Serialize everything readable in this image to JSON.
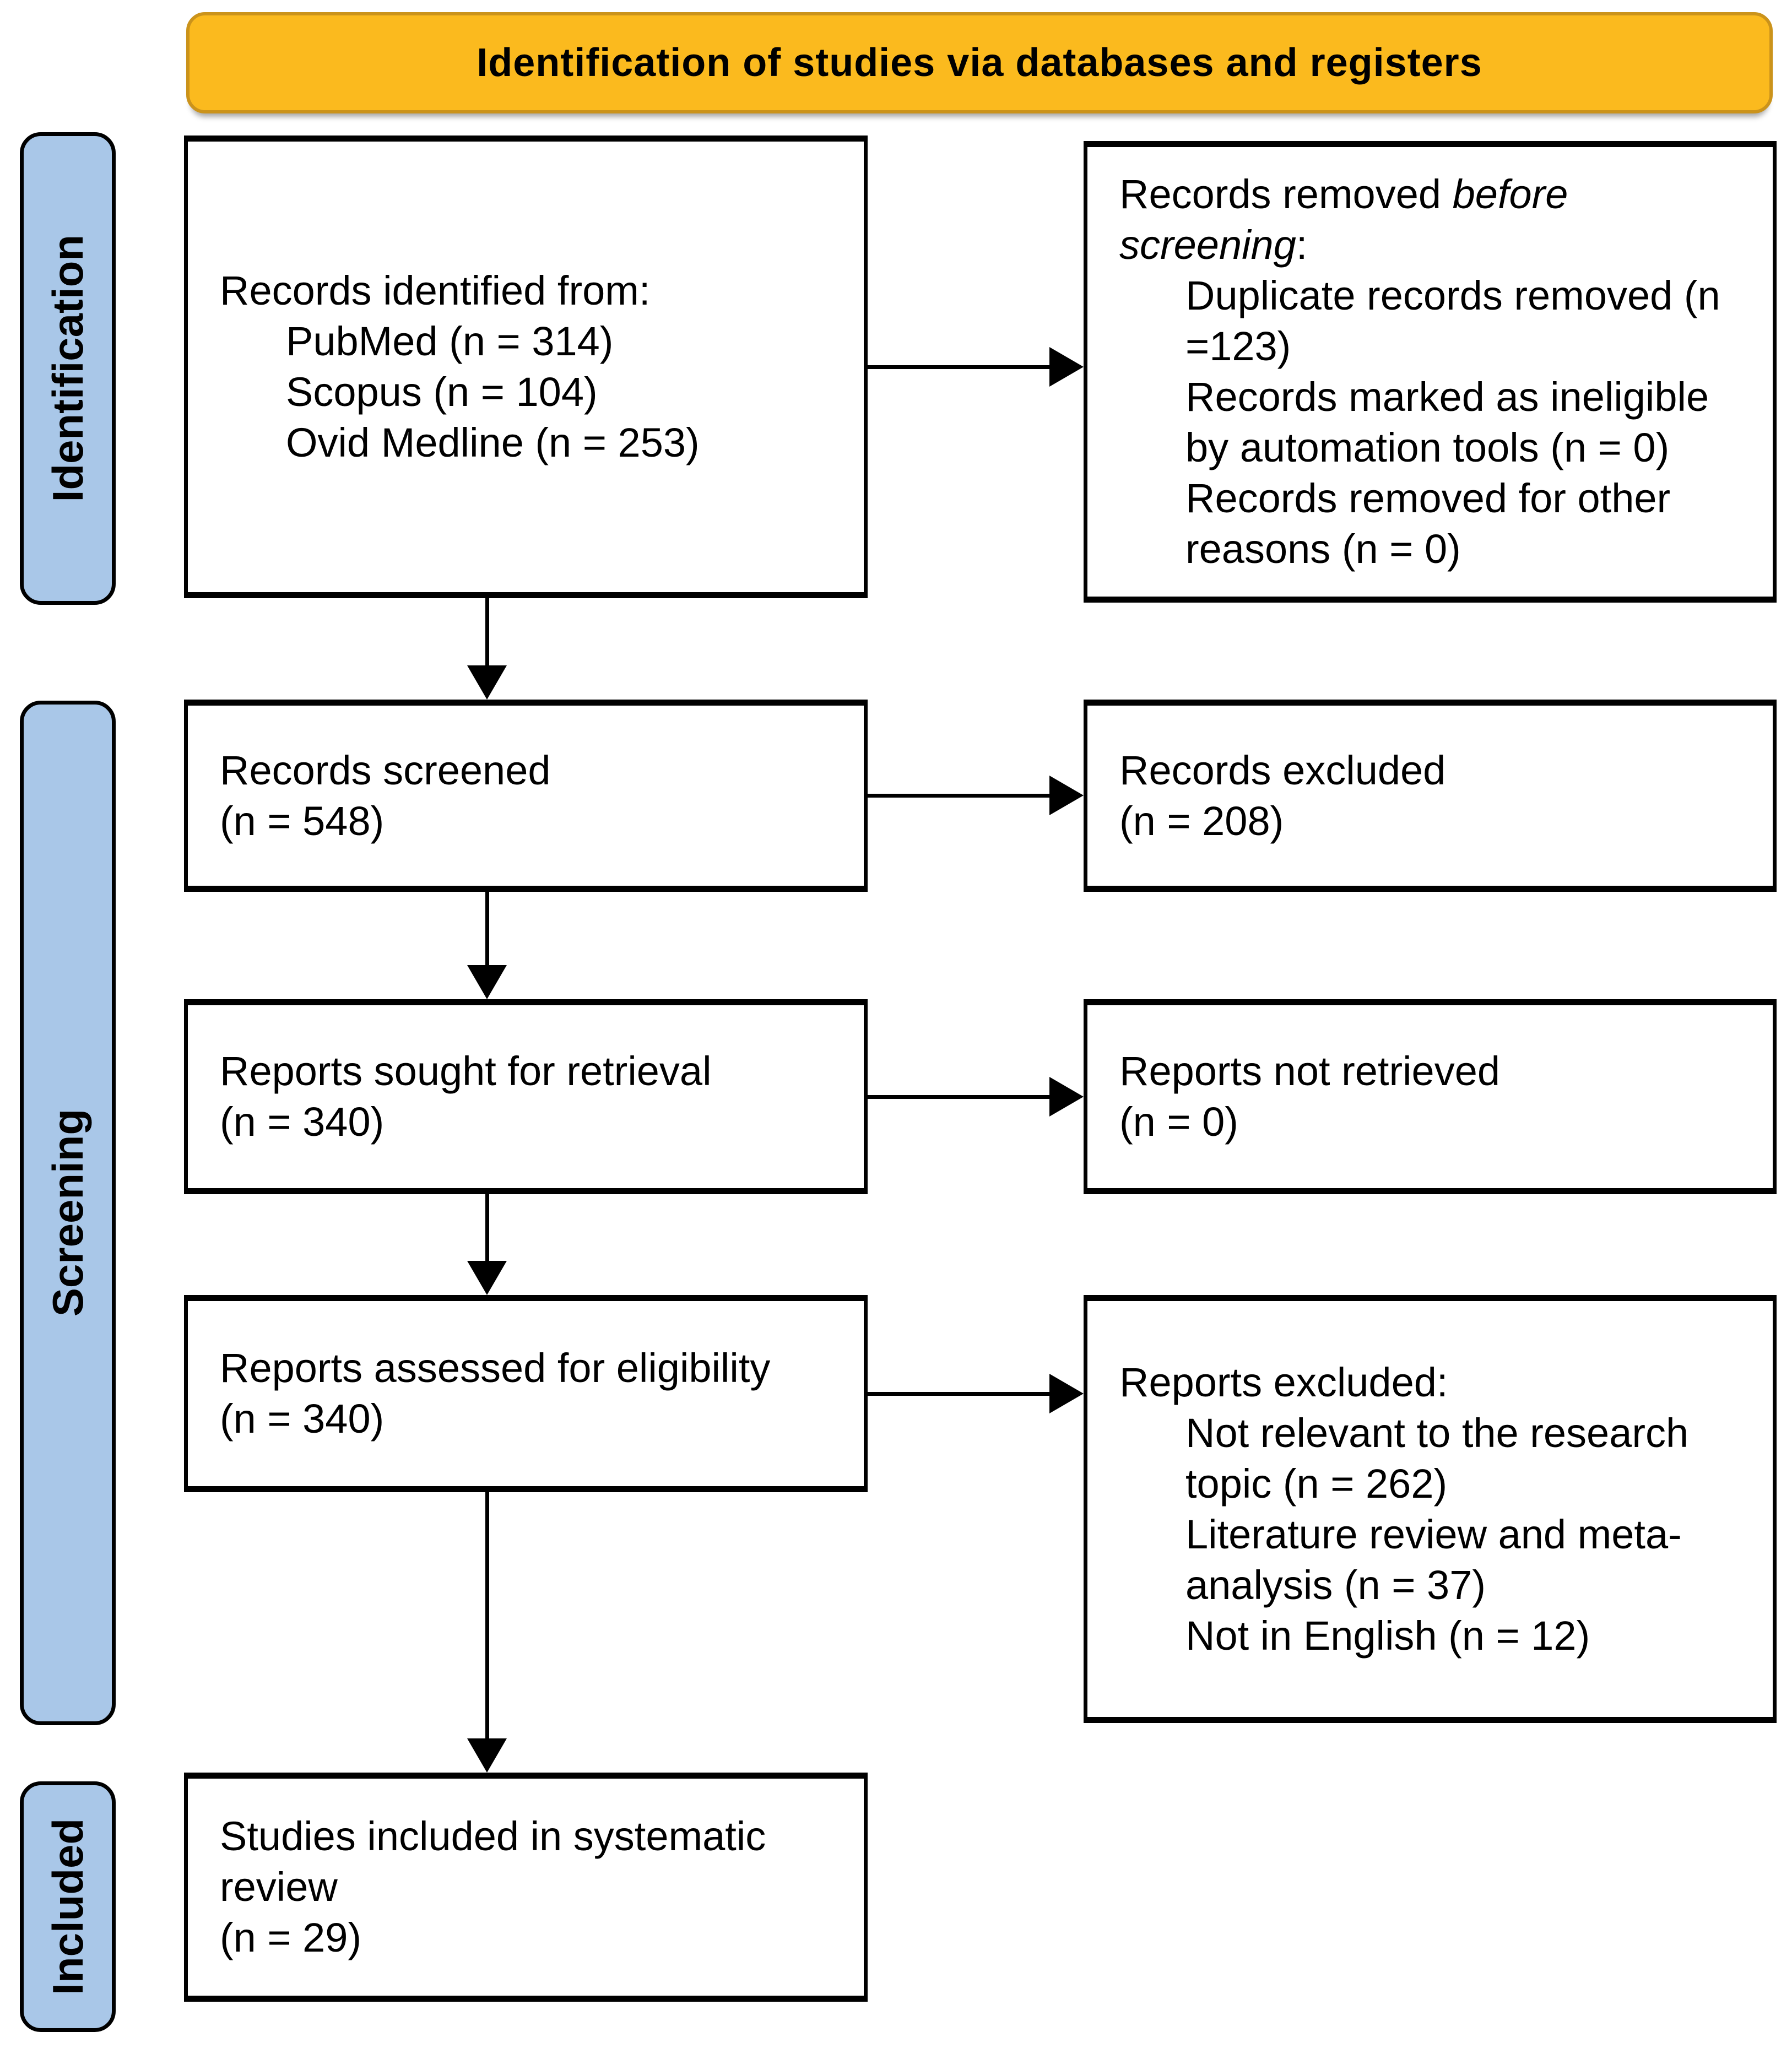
{
  "banner": {
    "label": "Identification of studies via databases and registers"
  },
  "sidebar": {
    "stages": [
      {
        "label": "Identification"
      },
      {
        "label": "Screening"
      },
      {
        "label": "Included"
      }
    ]
  },
  "colors": {
    "banner_bg": "#fbba1e",
    "banner_border": "#cb931b",
    "stage_bg": "#a9c7e8",
    "box_border": "#000000",
    "arrow": "#000000"
  },
  "boxes": [
    {
      "id": "records-identified",
      "lines": [
        {
          "indent": 0,
          "runs": [
            {
              "t": "Records identified from:"
            }
          ]
        },
        {
          "indent": 1,
          "runs": [
            {
              "t": "PubMed (n = 314)"
            }
          ]
        },
        {
          "indent": 1,
          "runs": [
            {
              "t": "Scopus (n = 104)"
            }
          ]
        },
        {
          "indent": 1,
          "runs": [
            {
              "t": "Ovid Medline (n = 253)"
            }
          ]
        }
      ]
    },
    {
      "id": "records-removed-before-screening",
      "lines": [
        {
          "indent": 0,
          "runs": [
            {
              "t": "Records removed "
            },
            {
              "t": "before",
              "italic": true
            }
          ]
        },
        {
          "indent": 0,
          "runs": [
            {
              "t": "screening",
              "italic": true
            },
            {
              "t": ":"
            }
          ]
        },
        {
          "indent": 1,
          "runs": [
            {
              "t": "Duplicate records removed (n"
            }
          ]
        },
        {
          "indent": 1,
          "runs": [
            {
              "t": "=123)"
            }
          ]
        },
        {
          "indent": 1,
          "runs": [
            {
              "t": "Records marked as ineligible"
            }
          ]
        },
        {
          "indent": 1,
          "runs": [
            {
              "t": "by automation tools (n = 0)"
            }
          ]
        },
        {
          "indent": 1,
          "runs": [
            {
              "t": "Records removed for other"
            }
          ]
        },
        {
          "indent": 1,
          "runs": [
            {
              "t": "reasons (n = 0)"
            }
          ]
        }
      ]
    },
    {
      "id": "records-screened",
      "lines": [
        {
          "indent": 0,
          "runs": [
            {
              "t": "Records screened"
            }
          ]
        },
        {
          "indent": 0,
          "runs": [
            {
              "t": "(n = 548)"
            }
          ]
        }
      ]
    },
    {
      "id": "records-excluded",
      "lines": [
        {
          "indent": 0,
          "runs": [
            {
              "t": "Records excluded"
            }
          ]
        },
        {
          "indent": 0,
          "runs": [
            {
              "t": "(n = 208)"
            }
          ]
        }
      ]
    },
    {
      "id": "reports-sought-for-retrieval",
      "lines": [
        {
          "indent": 0,
          "runs": [
            {
              "t": "Reports sought for retrieval"
            }
          ]
        },
        {
          "indent": 0,
          "runs": [
            {
              "t": "(n = 340)"
            }
          ]
        }
      ]
    },
    {
      "id": "reports-not-retrieved",
      "lines": [
        {
          "indent": 0,
          "runs": [
            {
              "t": "Reports not retrieved"
            }
          ]
        },
        {
          "indent": 0,
          "runs": [
            {
              "t": "(n = 0)"
            }
          ]
        }
      ]
    },
    {
      "id": "reports-assessed-for-eligibility",
      "lines": [
        {
          "indent": 0,
          "runs": [
            {
              "t": "Reports assessed for eligibility"
            }
          ]
        },
        {
          "indent": 0,
          "runs": [
            {
              "t": "(n = 340)"
            }
          ]
        }
      ]
    },
    {
      "id": "reports-excluded",
      "lines": [
        {
          "indent": 0,
          "runs": [
            {
              "t": "Reports excluded:"
            }
          ]
        },
        {
          "indent": 1,
          "runs": [
            {
              "t": "Not relevant to the research"
            }
          ]
        },
        {
          "indent": 1,
          "runs": [
            {
              "t": "topic (n = 262)"
            }
          ]
        },
        {
          "indent": 1,
          "runs": [
            {
              "t": "Literature review and meta-"
            }
          ]
        },
        {
          "indent": 1,
          "runs": [
            {
              "t": "analysis (n = 37)"
            }
          ]
        },
        {
          "indent": 1,
          "runs": [
            {
              "t": "Not in English (n = 12)"
            }
          ]
        }
      ]
    },
    {
      "id": "studies-included-in-systematic-review",
      "lines": [
        {
          "indent": 0,
          "runs": [
            {
              "t": "Studies included in systematic"
            }
          ]
        },
        {
          "indent": 0,
          "runs": [
            {
              "t": "review"
            }
          ]
        },
        {
          "indent": 0,
          "runs": [
            {
              "t": "(n = 29)"
            }
          ]
        }
      ]
    }
  ]
}
